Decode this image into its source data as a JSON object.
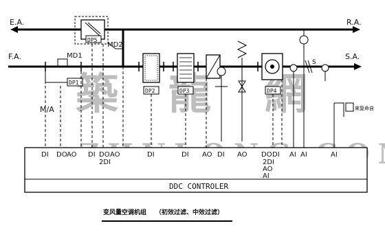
{
  "ducts": {
    "ea": "E.A.",
    "ra": "R.A.",
    "fa": "F.A.",
    "sa": "S.A."
  },
  "devices": {
    "md1": "MD1",
    "md2": "MD2",
    "dp_labels": [
      "DP1",
      "DP5",
      "DP2",
      "DP3",
      "DP4"
    ],
    "ma": "M/A",
    "s": "S"
  },
  "signals": [
    "DI",
    "DO",
    "AO",
    "DI",
    "DO",
    "AO",
    "2DI",
    "DI",
    "DI",
    "AO",
    "DI",
    "AO",
    "DO",
    "DI",
    "2DI",
    "AO",
    "AI",
    "AI",
    "AI",
    "AI"
  ],
  "controller": {
    "label": "DDC CONTROLER"
  },
  "remote_note": "来复命自",
  "caption": {
    "main": "变风量空调机组",
    "sub": "（初效过滤、中效过滤）"
  },
  "watermark": {
    "cn": [
      "築",
      "龍",
      "網"
    ],
    "en": "ZHULONG.COM"
  }
}
